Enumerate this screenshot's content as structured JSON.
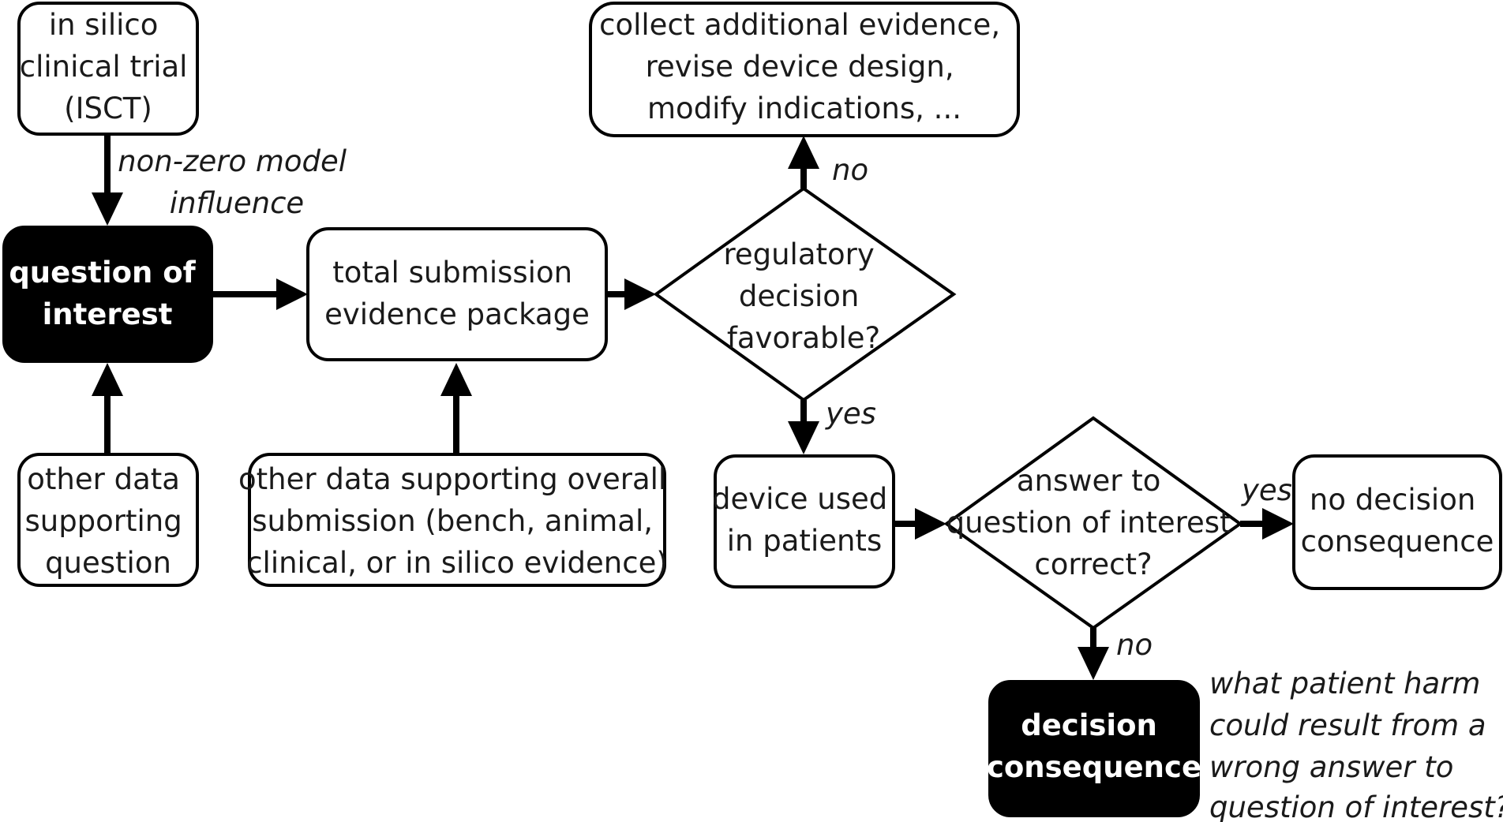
{
  "nodes": {
    "isct": {
      "lines": [
        "in silico",
        "clinical trial",
        "(ISCT)"
      ]
    },
    "question_of_interest": {
      "lines": [
        "question of",
        "interest"
      ]
    },
    "other_data_question": {
      "lines": [
        "other data",
        "supporting",
        "question"
      ]
    },
    "total_submission": {
      "lines": [
        "total submission",
        "evidence package"
      ]
    },
    "other_data_overall": {
      "lines": [
        "other data supporting overall",
        "submission (bench, animal,",
        "clinical, or in silico evidence)"
      ]
    },
    "regulatory_decision": {
      "lines": [
        "regulatory",
        "decision",
        "favorable?"
      ]
    },
    "collect_evidence": {
      "lines": [
        "collect additional evidence,",
        "revise device design,",
        "modify indications, ..."
      ]
    },
    "device_used": {
      "lines": [
        "device used",
        "in patients"
      ]
    },
    "answer_correct": {
      "lines": [
        "answer to",
        "question of interest",
        "correct?"
      ]
    },
    "no_consequence": {
      "lines": [
        "no decision",
        "consequence"
      ]
    },
    "decision_consequence": {
      "lines": [
        "decision",
        "consequence"
      ]
    }
  },
  "edge_labels": {
    "non_zero": [
      "non-zero model",
      "influence"
    ],
    "reg_no": "no",
    "reg_yes": "yes",
    "answer_yes": "yes",
    "answer_no": "no"
  },
  "annotations": {
    "harm_question": [
      "what patient harm",
      "could result from a",
      "wrong answer to",
      "question of interest?"
    ]
  }
}
